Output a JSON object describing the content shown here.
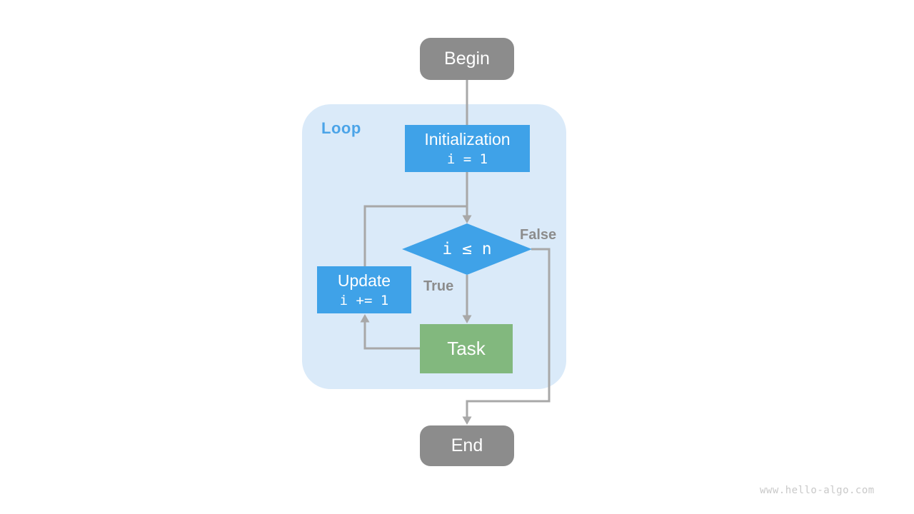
{
  "diagram": {
    "type": "flowchart",
    "loop_label": "Loop",
    "nodes": {
      "begin": {
        "label": "Begin",
        "shape": "terminator"
      },
      "initialization": {
        "label": "Initialization",
        "code": "i = 1",
        "shape": "process"
      },
      "condition": {
        "label": "i ≤ n",
        "shape": "decision"
      },
      "update": {
        "label": "Update",
        "code": "i += 1",
        "shape": "process"
      },
      "task": {
        "label": "Task",
        "shape": "process"
      },
      "end": {
        "label": "End",
        "shape": "terminator"
      }
    },
    "edge_labels": {
      "true_label": "True",
      "false_label": "False"
    },
    "edges": [
      "Begin -> Initialization",
      "Initialization -> condition",
      "condition -True-> Task",
      "Task -> Update",
      "Update -> condition",
      "condition -False-> End"
    ],
    "watermark": "www.hello-algo.com",
    "colors": {
      "node_gray": "#8C8C8C",
      "node_blue": "#3FA2E8",
      "node_green": "#82B87E",
      "loop_bg": "#DAEAF9",
      "loop_label": "#4BA4E8",
      "line": "#A8A8A8",
      "edge_label": "#8C8C8C",
      "watermark": "#C9C9C9",
      "node_text": "#FFFFFF"
    }
  }
}
